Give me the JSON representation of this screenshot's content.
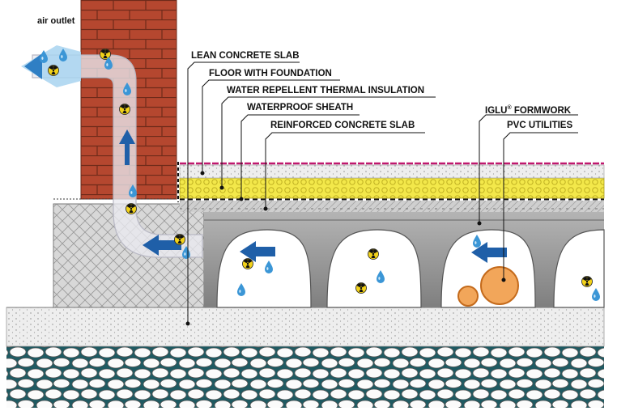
{
  "labels": {
    "air_outlet": "air outlet",
    "lean_concrete_slab": "LEAN CONCRETE SLAB",
    "floor_with_foundation": "FLOOR WITH FOUNDATION",
    "water_repellent_insulation": "WATER REPELLENT THERMAL INSULATION",
    "waterproof_sheath": "WATERPROOF SHEATH",
    "reinforced_concrete_slab": "REINFORCED CONCRETE SLAB",
    "iglu_formwork_name": "IGLU",
    "iglu_formwork_mark": "®",
    "iglu_formwork_rest": " FORMWORK",
    "pvc_utilities": "PVC UTILITIES"
  },
  "colors": {
    "brick": "#b5472f",
    "insulation": "#f3e84a",
    "membrane": "#c0186e",
    "formwork": "#8e8e8e",
    "arrow": "#1f5fa8",
    "pipe": "#f2a65a",
    "radon": "#f2d21a"
  },
  "icons": [
    "radon-icon",
    "water-drop-icon",
    "arrow-left-icon",
    "arrow-up-icon"
  ]
}
